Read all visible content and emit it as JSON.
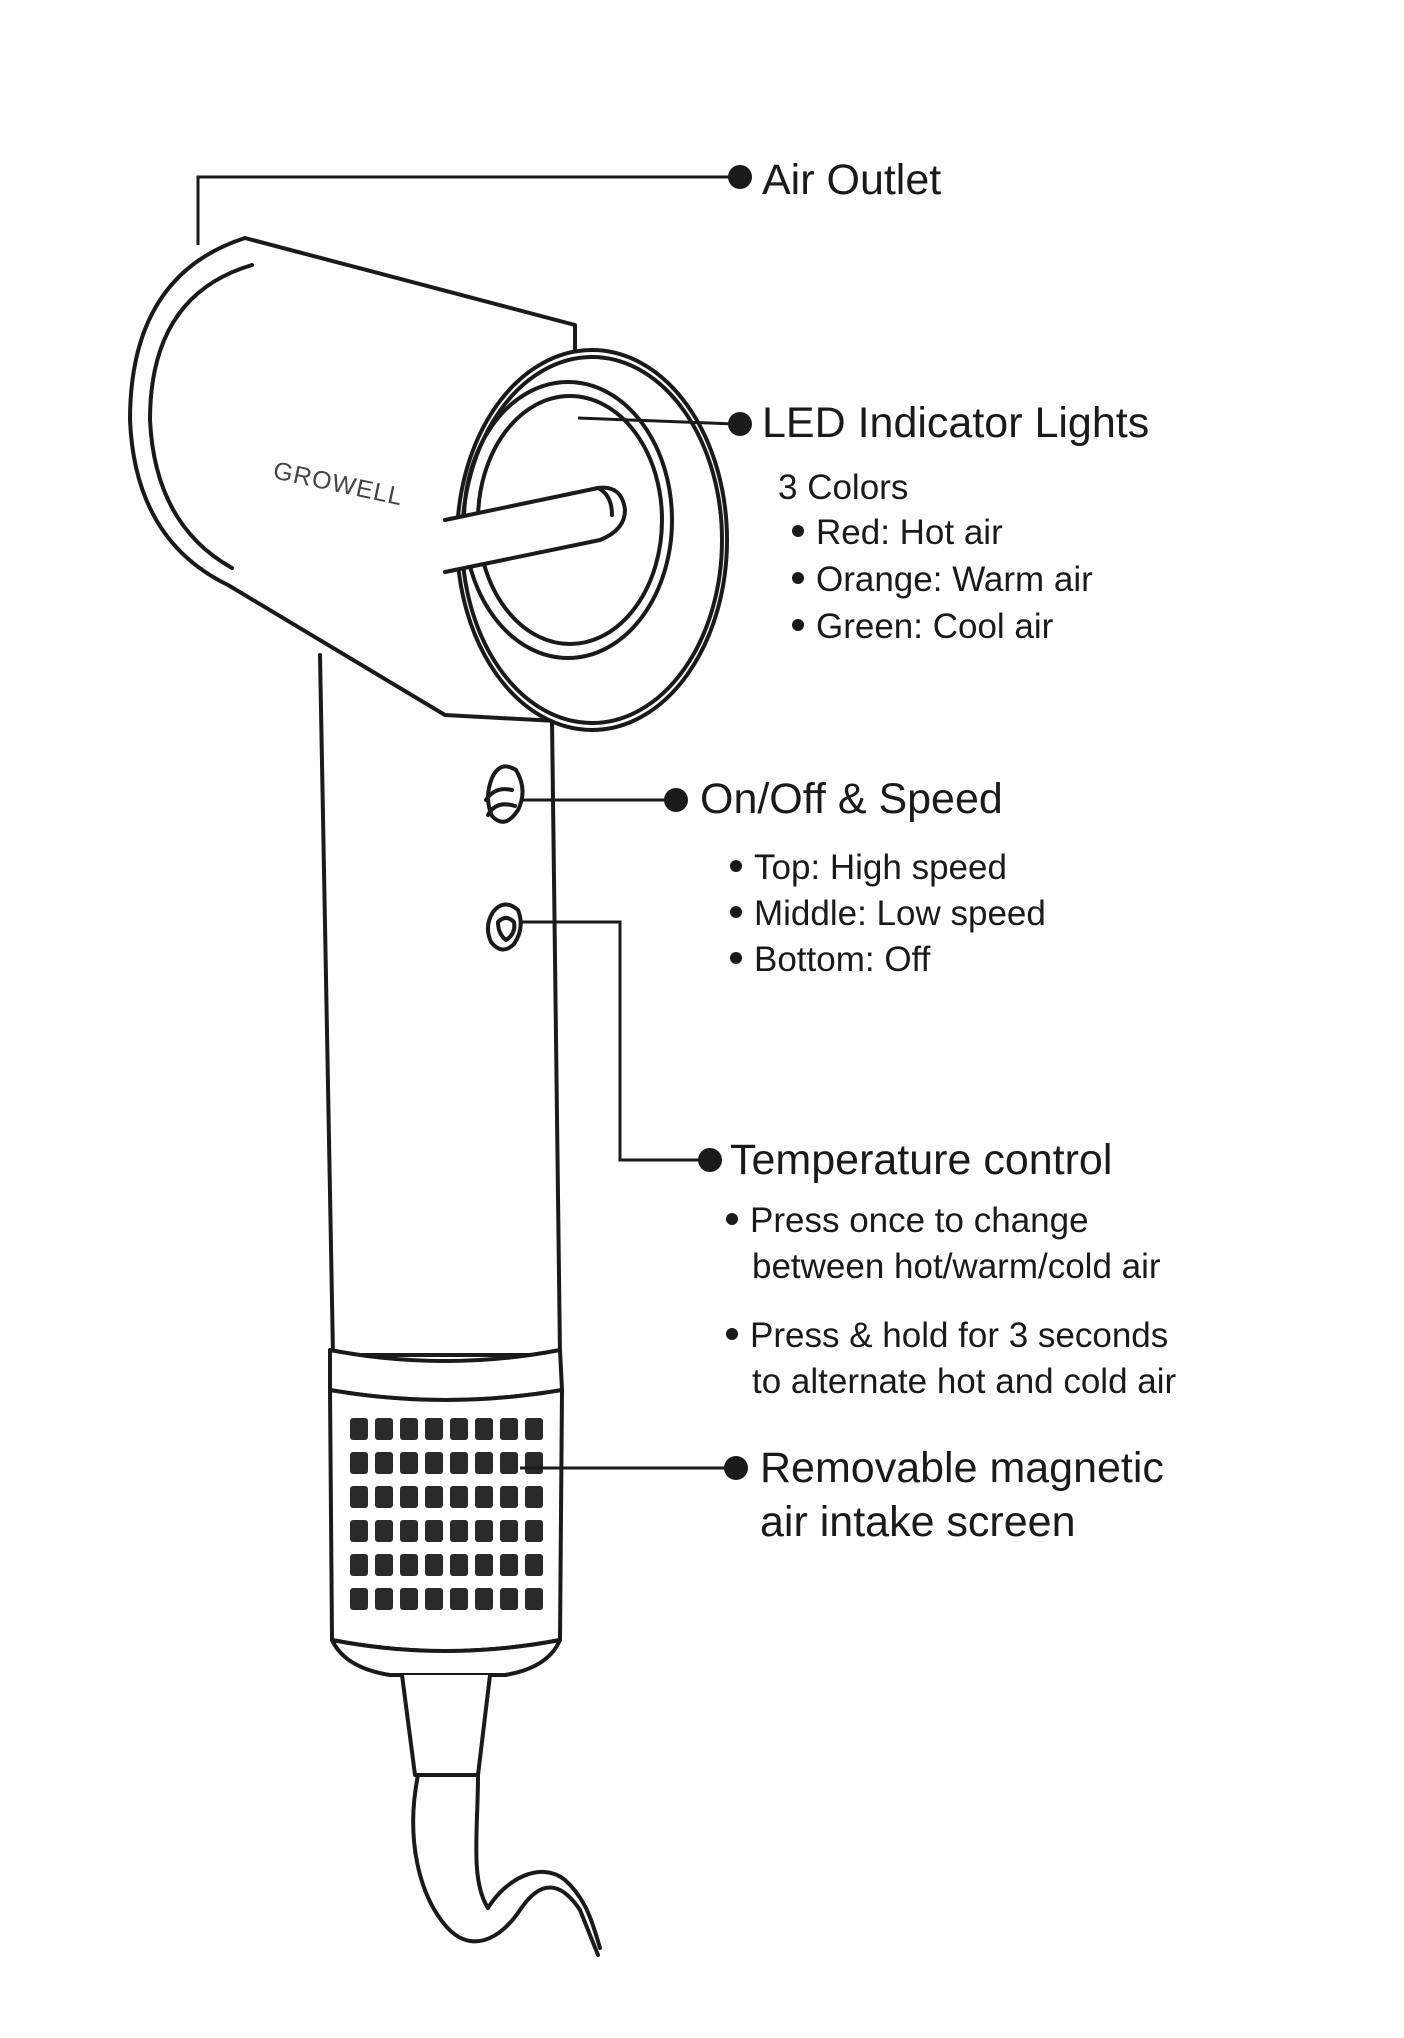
{
  "product": {
    "brand": "GROWELL"
  },
  "callouts": {
    "air_outlet": {
      "title": "Air Outlet"
    },
    "led": {
      "title": "LED Indicator Lights",
      "subtitle": "3 Colors",
      "items": [
        "Red: Hot air",
        "Orange: Warm air",
        "Green: Cool air"
      ]
    },
    "power": {
      "title": "On/Off & Speed",
      "items": [
        "Top: High speed",
        "Middle: Low speed",
        "Bottom: Off"
      ]
    },
    "temperature": {
      "title": "Temperature control",
      "items": [
        {
          "line1": "Press once to change",
          "line2": "between hot/warm/cold air"
        },
        {
          "line1": "Press & hold for 3 seconds",
          "line2": "to alternate hot and cold air"
        }
      ]
    },
    "intake": {
      "line1": "Removable magnetic",
      "line2": "air intake screen"
    }
  },
  "colors": {
    "ink": "#1a1a1a",
    "body": "#ffffff",
    "grille": "#2a2a2a"
  }
}
